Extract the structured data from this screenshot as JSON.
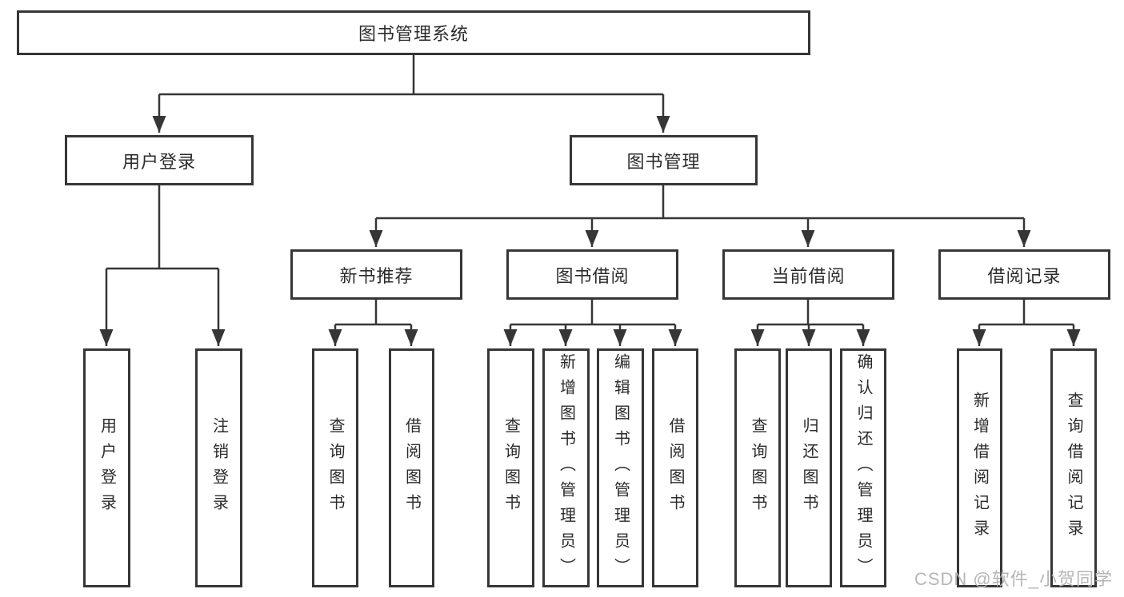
{
  "colors": {
    "line": "#363636",
    "text": "#2b2b2b",
    "box_bg": "#ffffff",
    "watermark": "#b3b3b3"
  },
  "watermark": "CSDN @软件_小贺同学",
  "tree": {
    "root": {
      "label": "图书管理系统"
    },
    "branches": [
      {
        "label": "用户登录",
        "children": [
          {
            "label": "用户登录"
          },
          {
            "label": "注销登录"
          }
        ]
      },
      {
        "label": "图书管理",
        "groups": [
          {
            "label": "新书推荐",
            "children": [
              {
                "label": "查询图书"
              },
              {
                "label": "借阅图书"
              }
            ]
          },
          {
            "label": "图书借阅",
            "children": [
              {
                "label": "查询图书"
              },
              {
                "label": "新增图书（管理员）"
              },
              {
                "label": "编辑图书（管理员）"
              },
              {
                "label": "借阅图书"
              }
            ]
          },
          {
            "label": "当前借阅",
            "children": [
              {
                "label": "查询图书"
              },
              {
                "label": "归还图书"
              },
              {
                "label": "确认归还（管理员）"
              }
            ]
          },
          {
            "label": "借阅记录",
            "children": [
              {
                "label": "新增借阅记录"
              },
              {
                "label": "查询借阅记录"
              }
            ]
          }
        ]
      }
    ]
  }
}
